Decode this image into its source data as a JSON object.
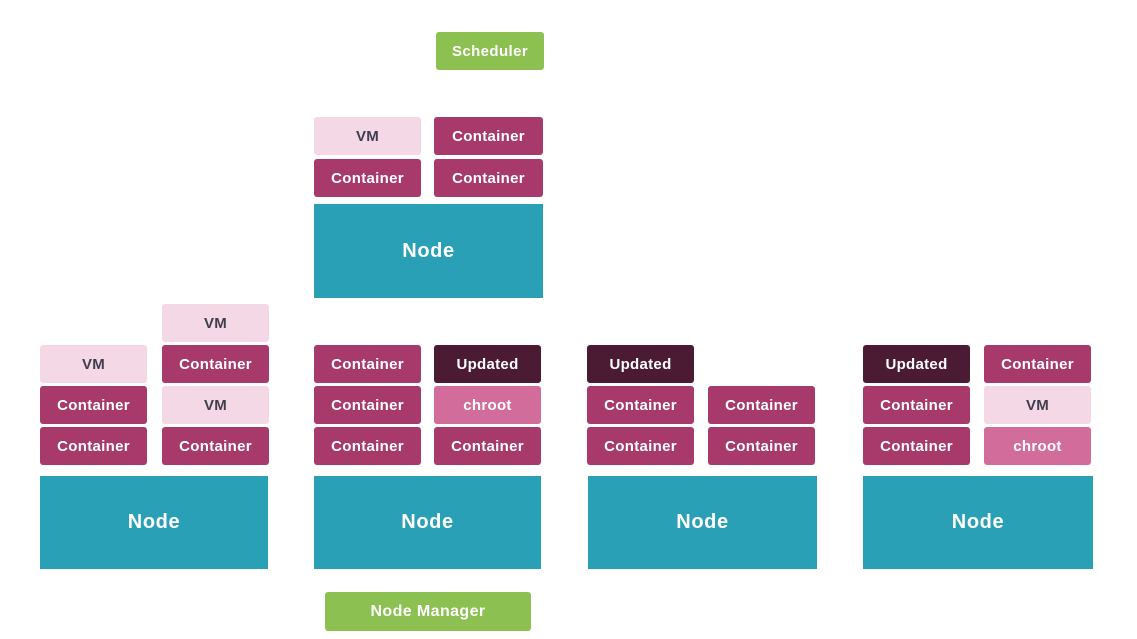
{
  "colors": {
    "green": "#8cc152",
    "node_teal": "#2aa0b7",
    "container_rose": "#a73a6a",
    "vm_pink_bg": "#f5d8e5",
    "vm_text": "#3e3e50",
    "updated_maroon": "#4b1b34",
    "chroot_pink": "#d26d9b",
    "background": "#ffffff"
  },
  "scheduler": {
    "label": "Scheduler"
  },
  "node_manager": {
    "label": "Node Manager"
  },
  "top_group": {
    "node_label": "Node",
    "blocks": [
      {
        "label": "VM",
        "type": "vm"
      },
      {
        "label": "Container",
        "type": "container"
      },
      {
        "label": "Container",
        "type": "container"
      },
      {
        "label": "Container",
        "type": "container"
      }
    ]
  },
  "groups": [
    {
      "node_label": "Node",
      "left": [
        {
          "label": "VM",
          "type": "vm"
        },
        {
          "label": "Container",
          "type": "container"
        },
        {
          "label": "Container",
          "type": "container"
        }
      ],
      "right": [
        {
          "label": "VM",
          "type": "vm"
        },
        {
          "label": "Container",
          "type": "container"
        },
        {
          "label": "VM",
          "type": "vm"
        },
        {
          "label": "Container",
          "type": "container"
        }
      ]
    },
    {
      "node_label": "Node",
      "left": [
        {
          "label": "Container",
          "type": "container"
        },
        {
          "label": "Container",
          "type": "container"
        },
        {
          "label": "Container",
          "type": "container"
        }
      ],
      "right": [
        {
          "label": "Updated",
          "type": "updated"
        },
        {
          "label": "chroot",
          "type": "chroot"
        },
        {
          "label": "Container",
          "type": "container"
        }
      ]
    },
    {
      "node_label": "Node",
      "left": [
        {
          "label": "Updated",
          "type": "updated"
        },
        {
          "label": "Container",
          "type": "container"
        },
        {
          "label": "Container",
          "type": "container"
        }
      ],
      "right": [
        {
          "label": "Container",
          "type": "container"
        },
        {
          "label": "Container",
          "type": "container"
        }
      ]
    },
    {
      "node_label": "Node",
      "left": [
        {
          "label": "Updated",
          "type": "updated"
        },
        {
          "label": "Container",
          "type": "container"
        },
        {
          "label": "Container",
          "type": "container"
        }
      ],
      "right": [
        {
          "label": "Container",
          "type": "container"
        },
        {
          "label": "VM",
          "type": "vm"
        },
        {
          "label": "chroot",
          "type": "chroot"
        }
      ]
    }
  ]
}
